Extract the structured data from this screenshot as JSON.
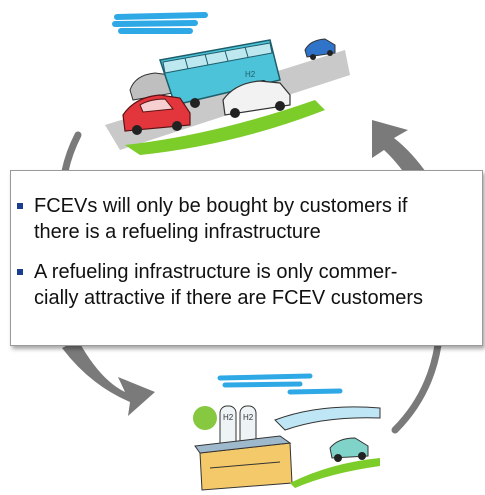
{
  "colors": {
    "bullet": "#1b3d8f",
    "arrow": "#7a7a7a",
    "box_border": "#9a9a9a",
    "bus": "#4cc3d8",
    "car_red": "#e2363c",
    "grass": "#7ccc2a",
    "sky": "#2fa9e6"
  },
  "illustrations": {
    "top": {
      "subject": "bus-and-cars-on-road",
      "label": "H2"
    },
    "bottom": {
      "subject": "hydrogen-fueling-station",
      "tank_labels": [
        "H2",
        "H2"
      ]
    }
  },
  "bullets": [
    {
      "line1": "FCEVs will only be bought by customers if",
      "line2": "there is a refueling infrastructure"
    },
    {
      "line1": "A refueling infrastructure is only commer-",
      "line2": "cially attractive if there are FCEV customers"
    }
  ]
}
